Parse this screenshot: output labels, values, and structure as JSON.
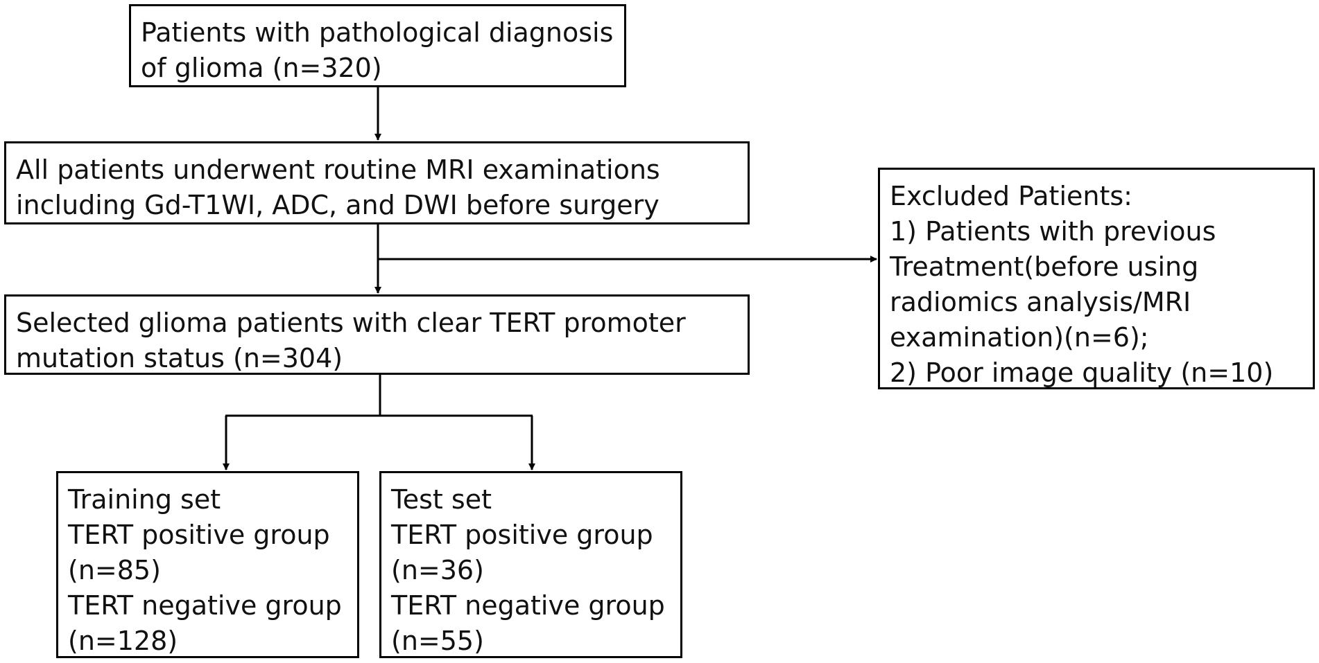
{
  "boxes": {
    "diagnosis": {
      "lines": [
        "Patients with pathological diagnosis",
        "of glioma (n=320)"
      ]
    },
    "mri": {
      "lines": [
        "All patients underwent routine MRI examinations",
        "including Gd-T1WI, ADC, and DWI before surgery"
      ]
    },
    "selected": {
      "lines": [
        "Selected glioma patients with clear TERT promoter",
        "mutation status (n=304)"
      ]
    },
    "excluded": {
      "lines": [
        "Excluded Patients:",
        "1) Patients with previous",
        "Treatment(before using",
        "radiomics analysis/MRI",
        "examination)(n=6);",
        "2) Poor image quality (n=10)"
      ]
    },
    "training": {
      "lines": [
        "Training set",
        "TERT positive group",
        "(n=85)",
        "TERT negative group",
        "(n=128)"
      ]
    },
    "test": {
      "lines": [
        "Test set",
        "TERT positive group",
        "(n=36)",
        "TERT negative group",
        "(n=55)"
      ]
    }
  },
  "colors": {
    "stroke": "#000000",
    "text": "#111111",
    "background": "#ffffff"
  }
}
